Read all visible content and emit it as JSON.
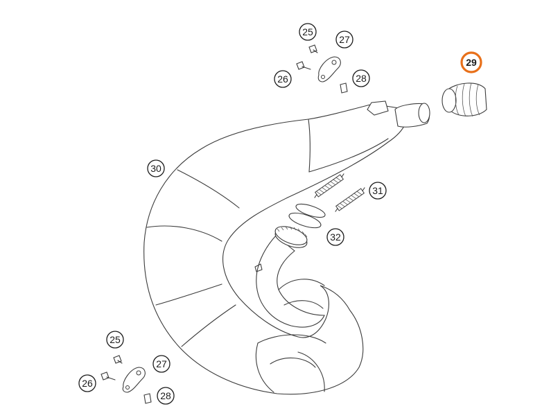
{
  "highlight_color": "#E8701A",
  "callouts": {
    "c25_top": {
      "label": "25",
      "highlighted": false
    },
    "c27_top": {
      "label": "27",
      "highlighted": false
    },
    "c26_top": {
      "label": "26",
      "highlighted": false
    },
    "c28_top": {
      "label": "28",
      "highlighted": false
    },
    "c29": {
      "label": "29",
      "highlighted": true
    },
    "c30": {
      "label": "30",
      "highlighted": false
    },
    "c31": {
      "label": "31",
      "highlighted": false
    },
    "c32": {
      "label": "32",
      "highlighted": false
    },
    "c25_bot": {
      "label": "25",
      "highlighted": false
    },
    "c27_bot": {
      "label": "27",
      "highlighted": false
    },
    "c26_bot": {
      "label": "26",
      "highlighted": false
    },
    "c28_bot": {
      "label": "28",
      "highlighted": false
    }
  }
}
